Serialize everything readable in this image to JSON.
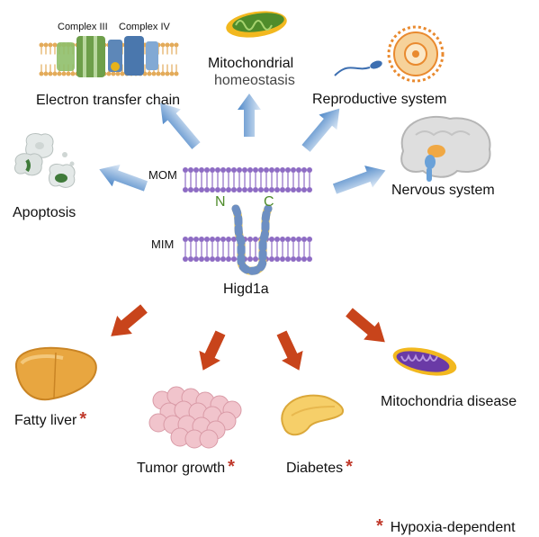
{
  "center": {
    "protein": "Higd1a",
    "n_terminus": "N",
    "c_terminus": "C",
    "outer_membrane": "MOM",
    "inner_membrane": "MIM"
  },
  "functions": {
    "etc_complex_iii": "Complex III",
    "etc_complex_iv": "Complex IV",
    "etc": "Electron transfer chain",
    "mito_line1": "Mitochondrial",
    "mito_line2": "homeostasis",
    "reproductive": "Reproductive system",
    "nervous": "Nervous system",
    "apoptosis": "Apoptosis"
  },
  "diseases": {
    "fatty_liver": "Fatty liver",
    "tumor": "Tumor growth",
    "diabetes": "Diabetes",
    "mito_disease": "Mitochondria disease"
  },
  "legend": {
    "symbol": "*",
    "label": "Hypoxia-dependent"
  },
  "colors": {
    "function_arrow": "#6f9fd4",
    "disease_arrow": "#c8441b",
    "hypoxia_marker": "#c0392b",
    "membrane": "#8e6cc4"
  }
}
